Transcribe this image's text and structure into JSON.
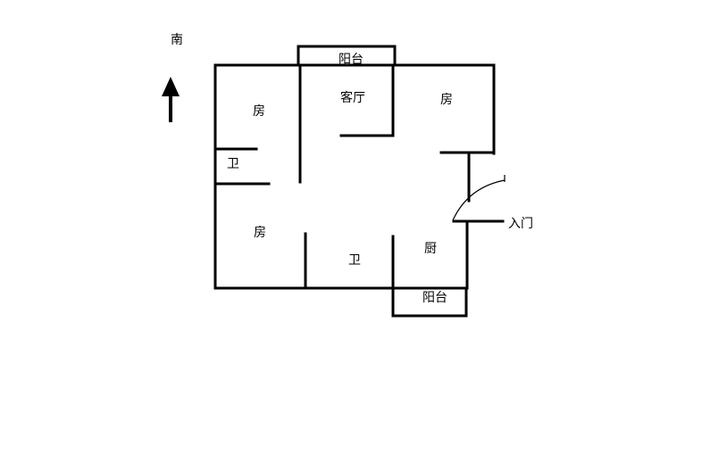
{
  "compass": {
    "label": "南",
    "arrow_icon": "arrow-up-icon"
  },
  "rooms": {
    "balcony_top": "阳台",
    "living_room": "客厅",
    "room_top_left": "房",
    "room_top_right": "房",
    "bathroom_left": "卫",
    "room_bottom_left": "房",
    "bathroom_bottom": "卫",
    "kitchen": "厨",
    "balcony_bottom": "阳台"
  },
  "entrance": {
    "label": "入门",
    "door_icon": "door-swing-icon"
  },
  "colors": {
    "line": "#000000",
    "background": "#ffffff"
  }
}
